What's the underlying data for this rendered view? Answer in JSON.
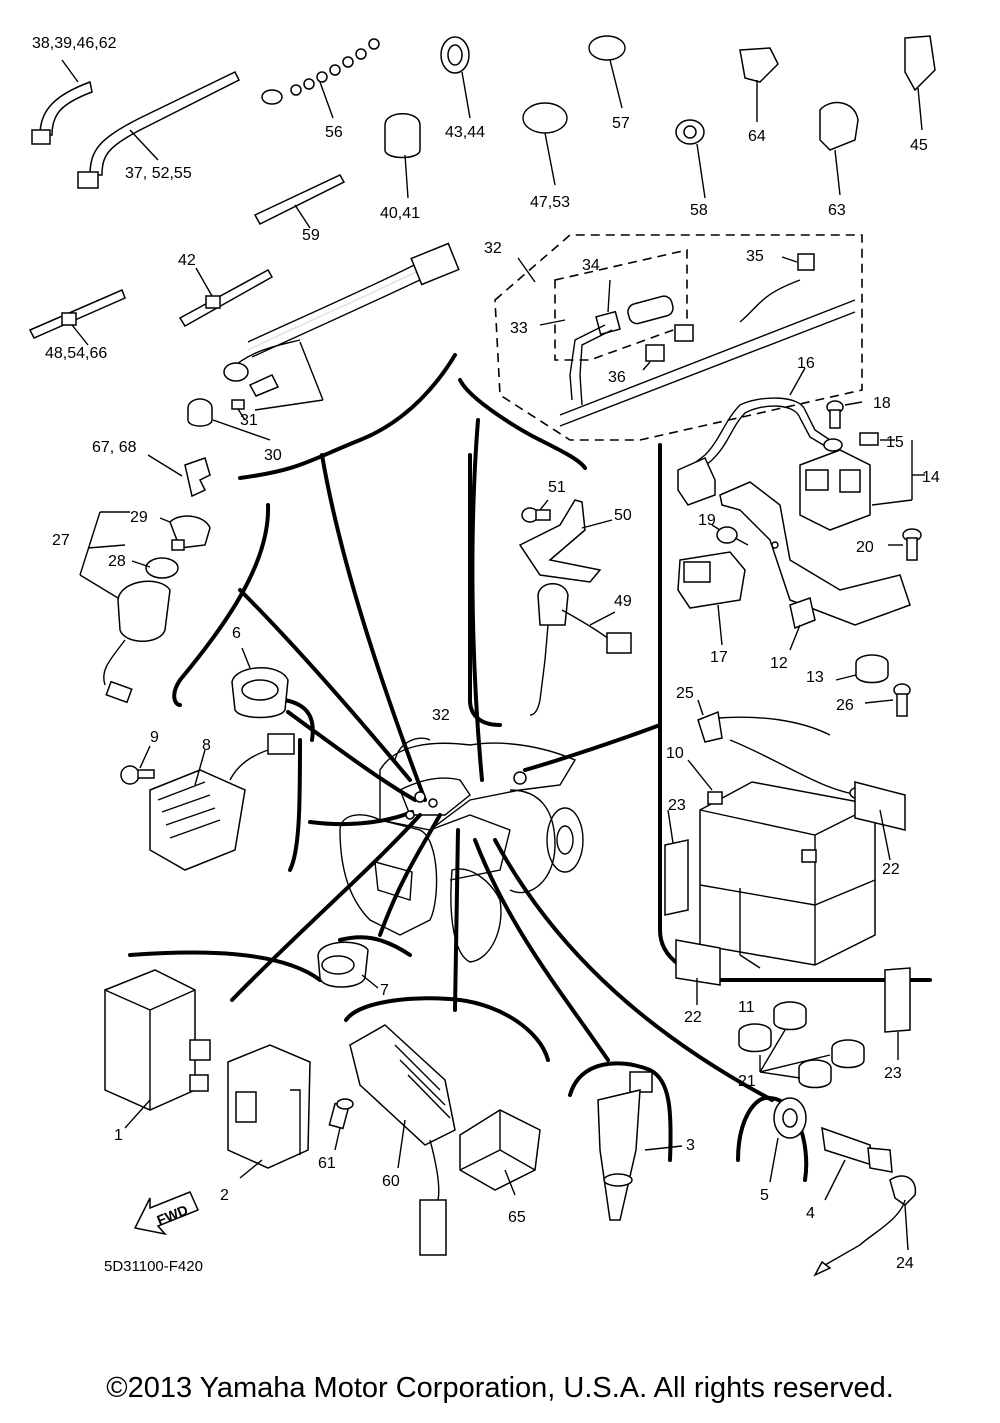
{
  "diagram": {
    "code": "5D31100-F420",
    "fwd_label": "FWD",
    "labels": {
      "l1": "1",
      "l2": "2",
      "l3": "3",
      "l4": "4",
      "l5": "5",
      "l6": "6",
      "l7": "7",
      "l8": "8",
      "l9": "9",
      "l10": "10",
      "l11": "11",
      "l12": "12",
      "l13": "13",
      "l14": "14",
      "l15": "15",
      "l16": "16",
      "l17": "17",
      "l18": "18",
      "l19": "19",
      "l20": "20",
      "l21": "21",
      "l22a": "22",
      "l22b": "22",
      "l23a": "23",
      "l23b": "23",
      "l24": "24",
      "l25": "25",
      "l26": "26",
      "l27": "27",
      "l28": "28",
      "l29": "29",
      "l30": "30",
      "l31": "31",
      "l32a": "32",
      "l32b": "32",
      "l33": "33",
      "l34": "34",
      "l35": "35",
      "l36": "36",
      "l38": "38,39,46,62",
      "l37": "37, 52,55",
      "l56": "56",
      "l43": "43,44",
      "l57": "57",
      "l64": "64",
      "l45": "45",
      "l40": "40,41",
      "l47": "47,53",
      "l58": "58",
      "l63": "63",
      "l59": "59",
      "l42": "42",
      "l48": "48,54,66",
      "l67": "67, 68",
      "l51": "51",
      "l50": "50",
      "l49": "49",
      "l60": "60",
      "l61": "61",
      "l65": "65"
    }
  },
  "copyright": "©2013 Yamaha Motor Corporation, U.S.A. All rights reserved."
}
